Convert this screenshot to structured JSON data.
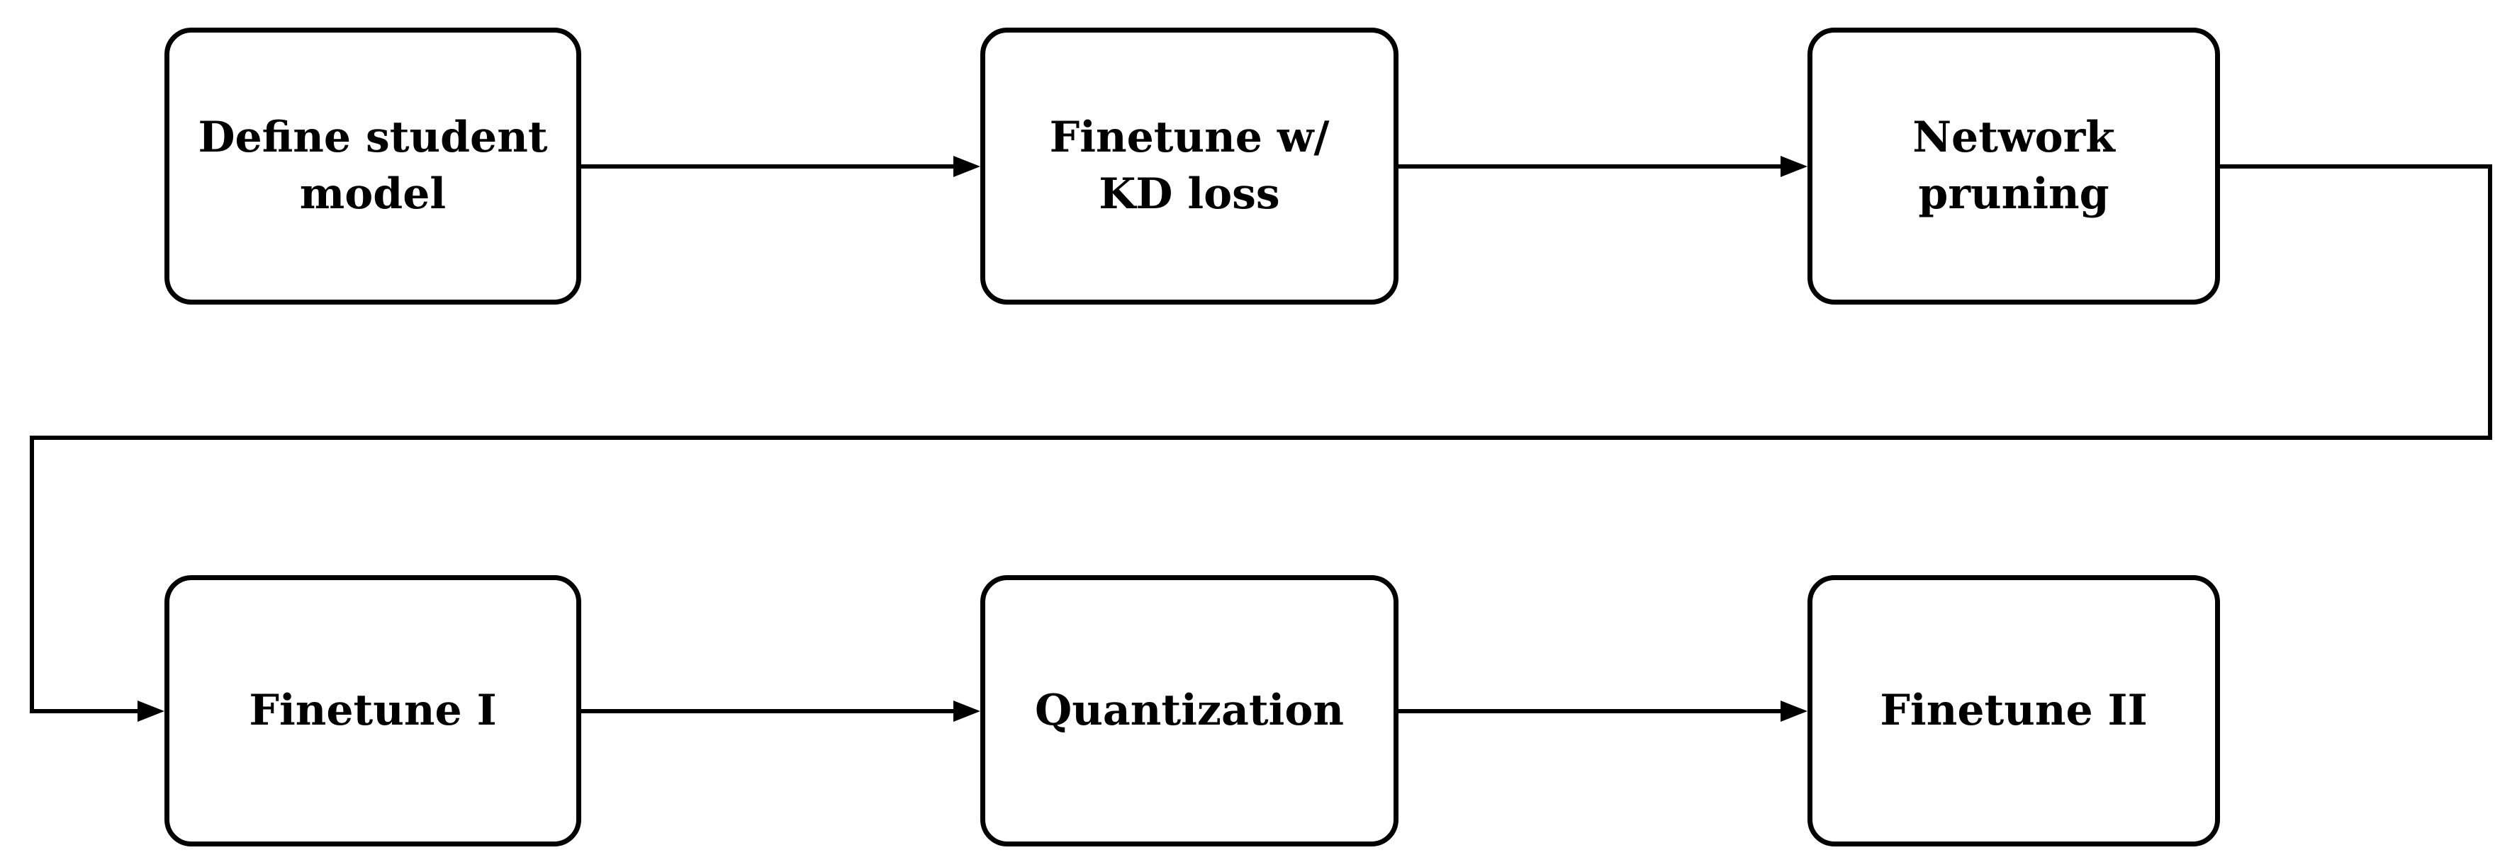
{
  "diagram": {
    "background_color": "#ffffff",
    "stroke_color": "#000000",
    "text_color": "#000000",
    "nodes": [
      {
        "id": "define-student-model",
        "lines": [
          "Define student",
          "model"
        ],
        "row": 0,
        "col": 0
      },
      {
        "id": "finetune-w-kd-loss",
        "lines": [
          "Finetune w/",
          "KD loss"
        ],
        "row": 0,
        "col": 1
      },
      {
        "id": "network-pruning",
        "lines": [
          "Network",
          "pruning"
        ],
        "row": 0,
        "col": 2
      },
      {
        "id": "finetune-i",
        "lines": [
          "Finetune I"
        ],
        "row": 1,
        "col": 0
      },
      {
        "id": "quantization",
        "lines": [
          "Quantization"
        ],
        "row": 1,
        "col": 1
      },
      {
        "id": "finetune-ii",
        "lines": [
          "Finetune II"
        ],
        "row": 1,
        "col": 2
      }
    ],
    "edges": [
      {
        "from": "define-student-model",
        "to": "finetune-w-kd-loss"
      },
      {
        "from": "finetune-w-kd-loss",
        "to": "network-pruning"
      },
      {
        "from": "network-pruning",
        "to": "finetune-i"
      },
      {
        "from": "finetune-i",
        "to": "quantization"
      },
      {
        "from": "quantization",
        "to": "finetune-ii"
      }
    ]
  }
}
